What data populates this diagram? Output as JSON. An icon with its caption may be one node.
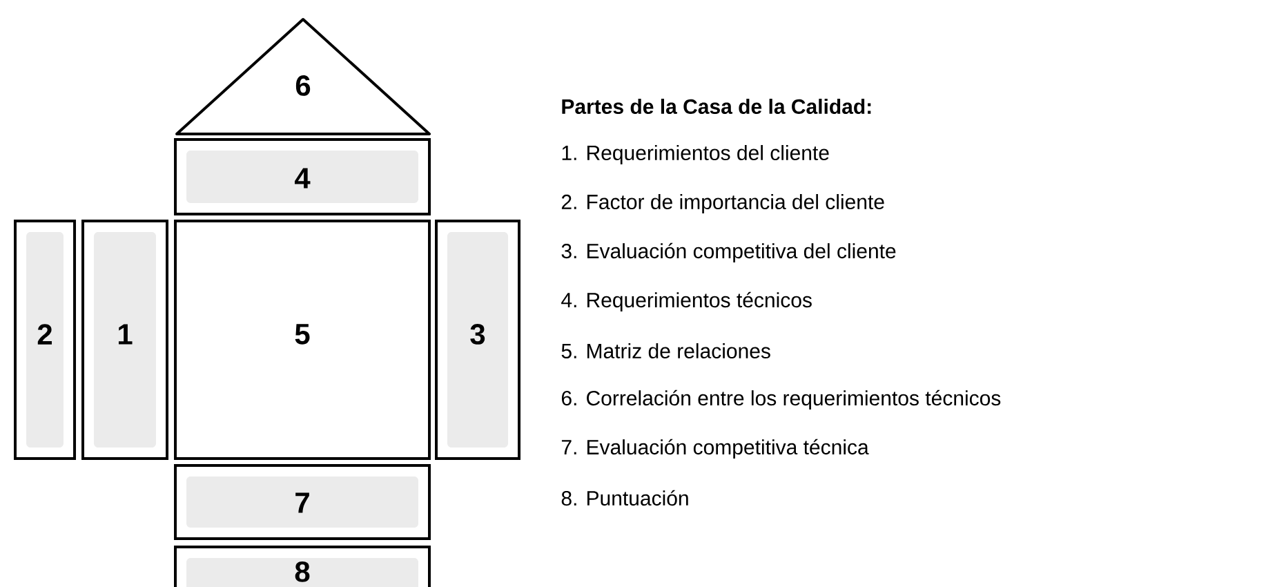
{
  "diagram": {
    "title": "Partes de la Casa de la Calidad:",
    "nodes": [
      {
        "text": [
          "6"
        ]
      },
      {
        "text": [
          "4"
        ]
      },
      {
        "text": [
          "2"
        ]
      },
      {
        "text": [
          "1"
        ]
      },
      {
        "text": [
          "5"
        ]
      },
      {
        "text": [
          "3"
        ]
      },
      {
        "text": [
          "7"
        ]
      },
      {
        "text": [
          "8"
        ]
      }
    ],
    "labels": [
      "1. Requerimientos del cliente",
      "2. Factor de importancia del cliente",
      "3. Evaluación competitiva del cliente",
      "4. Requerimientos técnicos",
      "5. Matriz de relaciones",
      "6. Correlación entre los requerimientos técnicos",
      "7. Evaluación competitiva técnica",
      "8. Puntuación"
    ]
  }
}
